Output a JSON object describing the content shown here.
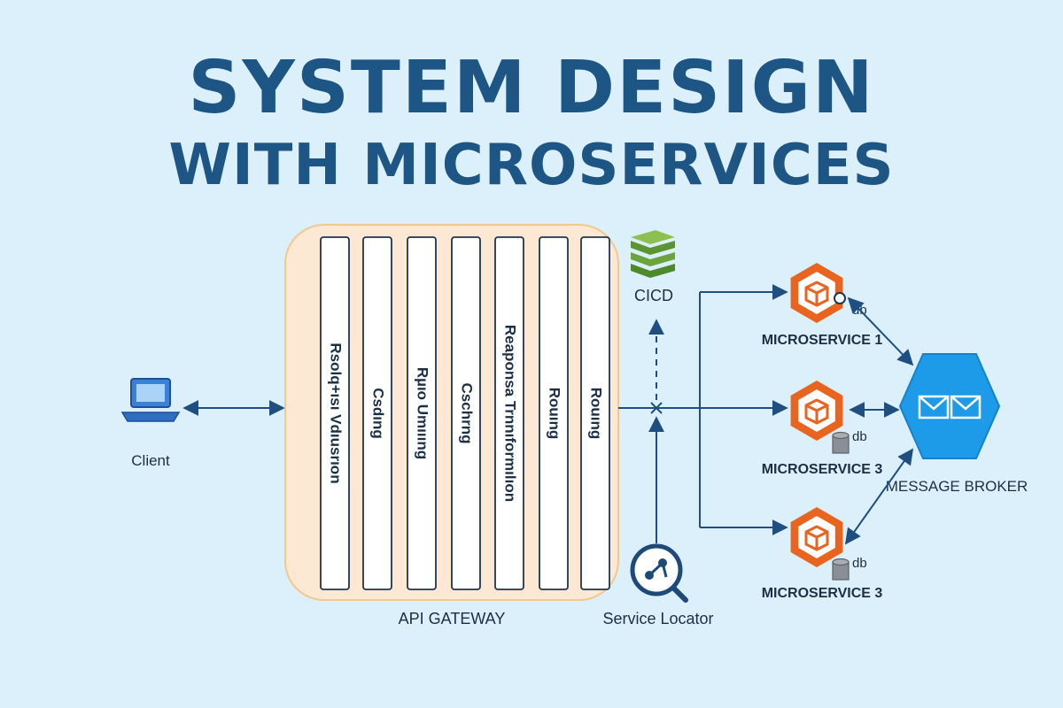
{
  "title": {
    "line1": "SYSTEM DESIGN",
    "line2": "WITH MICROSERVICES"
  },
  "client": {
    "label": "Client",
    "icon": "laptop-icon"
  },
  "gateway": {
    "label": "API GATEWAY",
    "lanes": [
      "Rsolq+ısı Vdıusrıon",
      "Csdıng",
      "Rµıo Umıııng",
      "Cschrng",
      "Reaponsa Trnnıformılıon",
      "Rouıng",
      "Rouıng"
    ]
  },
  "cicd": {
    "label": "CICD",
    "icon": "stack-layers-icon"
  },
  "service_locator": {
    "label": "Service Locator",
    "icon": "search-network-icon"
  },
  "microservices": [
    {
      "label": "MICROSERVICE 1",
      "db_label": "db",
      "icon": "hexagon-cube-icon"
    },
    {
      "label": "MICROSERVICE 3",
      "db_label": "db",
      "icon": "hexagon-cube-icon"
    },
    {
      "label": "MICROSERVICE 3",
      "db_label": "db",
      "icon": "hexagon-cube-icon"
    }
  ],
  "message_broker": {
    "label": "MESSAGE BROKER",
    "icon": "envelope-icon"
  },
  "colors": {
    "background": "#dcf0fb",
    "title": "#1d5585",
    "arrow": "#1f4f80",
    "gateway_fill": "#fde8d4",
    "gateway_border": "#f2c98c",
    "microservice": "#e8641f",
    "broker": "#1e9be8",
    "cicd": "#6aa43a"
  }
}
